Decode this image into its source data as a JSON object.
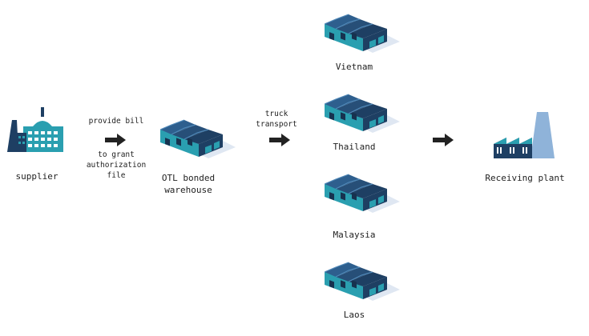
{
  "nodes": {
    "supplier": "supplier",
    "warehouse_line1": "OTL bonded",
    "warehouse_line2": "warehouse",
    "receiving_plant": "Receiving plant"
  },
  "steps": {
    "provide_bill": "provide bill",
    "grant_line1": "to grant",
    "grant_line2": "authorization",
    "grant_line3": "file",
    "truck_line1": "truck",
    "truck_line2": "transport"
  },
  "countries": [
    "Vietnam",
    "Thailand",
    "Malaysia",
    "Laos"
  ],
  "colors": {
    "teal": "#2a9fb0",
    "navy": "#1e3f63",
    "dark_navy": "#17324f",
    "shadow": "#dfe7f2",
    "arrow": "#222222"
  }
}
